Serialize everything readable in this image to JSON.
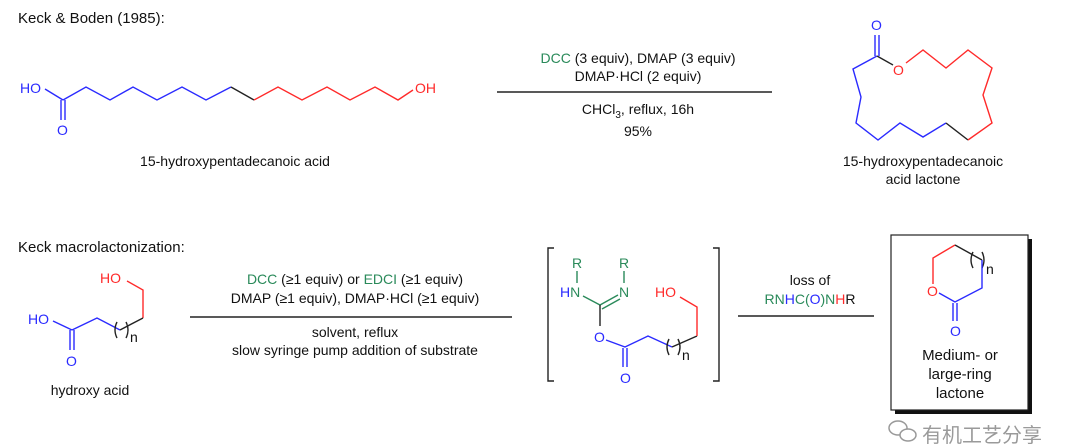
{
  "section1": {
    "title": "Keck & Boden (1985):",
    "reactant": {
      "ho": "HO",
      "o": "O",
      "oh": "OH",
      "name": "15-hydroxypentadecanoic acid"
    },
    "reagents": {
      "dcc": "DCC",
      "line1_rest": " (3 equiv), DMAP (3 equiv)",
      "line2": "DMAP·HCl (2 equiv)",
      "line3_a": "CHCl",
      "line3_sub": "3",
      "line3_b": ", reflux, 16h",
      "yield": "95%"
    },
    "product": {
      "o_carbonyl": "O",
      "o_ester": "O",
      "name_line1": "15-hydroxypentadecanoic",
      "name_line2": "acid lactone"
    }
  },
  "section2": {
    "title": "Keck macrolactonization:",
    "reactant": {
      "ho_top": "HO",
      "ho_acid": "HO",
      "o": "O",
      "n": "n",
      "name": "hydroxy acid"
    },
    "reagents": {
      "dcc": "DCC",
      "part1": " (≥1 equiv) or ",
      "edci": "EDCI",
      "part2": " (≥1 equiv)",
      "line2": "DMAP (≥1 equiv), DMAP·HCl (≥1 equiv)",
      "line3": "solvent, reflux",
      "line4": "slow syringe pump addition of substrate"
    },
    "intermediate": {
      "r1": "R",
      "r2": "R",
      "h": "H",
      "n1": "N",
      "n2": "N",
      "o_link": "O",
      "o_carbonyl": "O",
      "ho": "HO",
      "n": "n"
    },
    "step2": {
      "line1": "loss of",
      "urea": [
        {
          "t": "RN",
          "c": "green"
        },
        {
          "t": "H",
          "c": "blue"
        },
        {
          "t": "C(",
          "c": "green"
        },
        {
          "t": "O",
          "c": "blue"
        },
        {
          "t": ")N",
          "c": "green"
        },
        {
          "t": "H",
          "c": "red"
        },
        {
          "t": "R",
          "c": "black"
        }
      ]
    },
    "product": {
      "o_ring": "O",
      "o_carbonyl": "O",
      "n": "n",
      "name_line1": "Medium- or",
      "name_line2": "large-ring",
      "name_line3": "lactone"
    }
  },
  "watermark": "有机工艺分享",
  "colors": {
    "blue": "#2a2aff",
    "red": "#ff2a2a",
    "green": "#2a8a5a"
  }
}
